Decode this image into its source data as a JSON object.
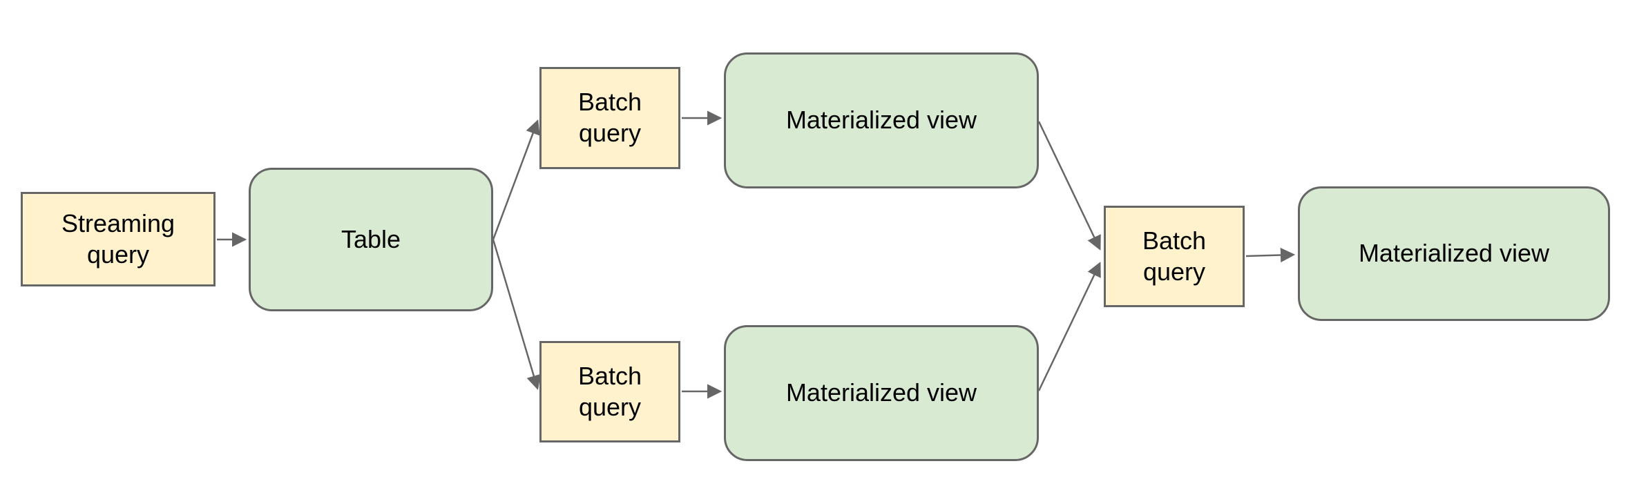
{
  "diagram": {
    "nodes": [
      {
        "id": "streaming-query",
        "label": "Streaming query",
        "kind": "query",
        "fill": "#fff2cc"
      },
      {
        "id": "table",
        "label": "Table",
        "kind": "table",
        "fill": "#d9ead3"
      },
      {
        "id": "batch-query-top",
        "label": "Batch query",
        "kind": "query",
        "fill": "#fff2cc"
      },
      {
        "id": "materialized-view-top",
        "label": "Materialized view",
        "kind": "view",
        "fill": "#d9ead3"
      },
      {
        "id": "batch-query-bottom",
        "label": "Batch query",
        "kind": "query",
        "fill": "#fff2cc"
      },
      {
        "id": "materialized-view-bottom",
        "label": "Materialized view",
        "kind": "view",
        "fill": "#d9ead3"
      },
      {
        "id": "batch-query-final",
        "label": "Batch query",
        "kind": "query",
        "fill": "#fff2cc"
      },
      {
        "id": "materialized-view-final",
        "label": "Materialized view",
        "kind": "view",
        "fill": "#d9ead3"
      }
    ],
    "edges": [
      {
        "from": "streaming-query",
        "to": "table"
      },
      {
        "from": "table",
        "to": "batch-query-top"
      },
      {
        "from": "table",
        "to": "batch-query-bottom"
      },
      {
        "from": "batch-query-top",
        "to": "materialized-view-top"
      },
      {
        "from": "batch-query-bottom",
        "to": "materialized-view-bottom"
      },
      {
        "from": "materialized-view-top",
        "to": "batch-query-final"
      },
      {
        "from": "materialized-view-bottom",
        "to": "batch-query-final"
      },
      {
        "from": "batch-query-final",
        "to": "materialized-view-final"
      }
    ],
    "colors": {
      "query_fill": "#fff2cc",
      "view_fill": "#d9ead3",
      "border": "#666666",
      "arrow": "#666666",
      "text": "#000000",
      "background": "#ffffff"
    }
  }
}
